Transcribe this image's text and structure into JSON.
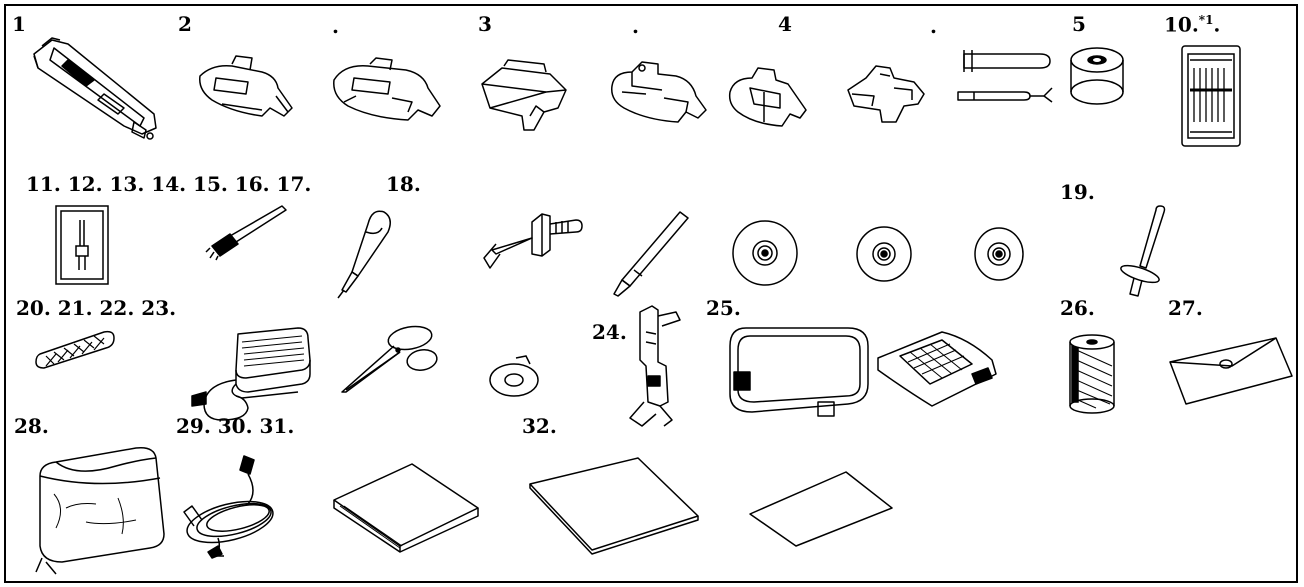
{
  "labels": {
    "l1": "1",
    "l2": "2",
    "l2dot": ".",
    "l3": "3",
    "l3dot": ".",
    "l4": "4",
    "l4dot": ".",
    "l5": "5",
    "l10": "10.",
    "l10sup": "*1",
    "l10dot": ".",
    "l11to17": "11. 12. 13. 14. 15. 16. 17.",
    "l18": "18.",
    "l19": "19.",
    "l20to23": "20. 21. 22. 23.",
    "l24": "24.",
    "l25": "25.",
    "l26": "26.",
    "l27": "27.",
    "l28": "28.",
    "l29to31": "29. 30. 31.",
    "l32": "32."
  },
  "colors": {
    "line": "#000000",
    "background": "#ffffff"
  }
}
